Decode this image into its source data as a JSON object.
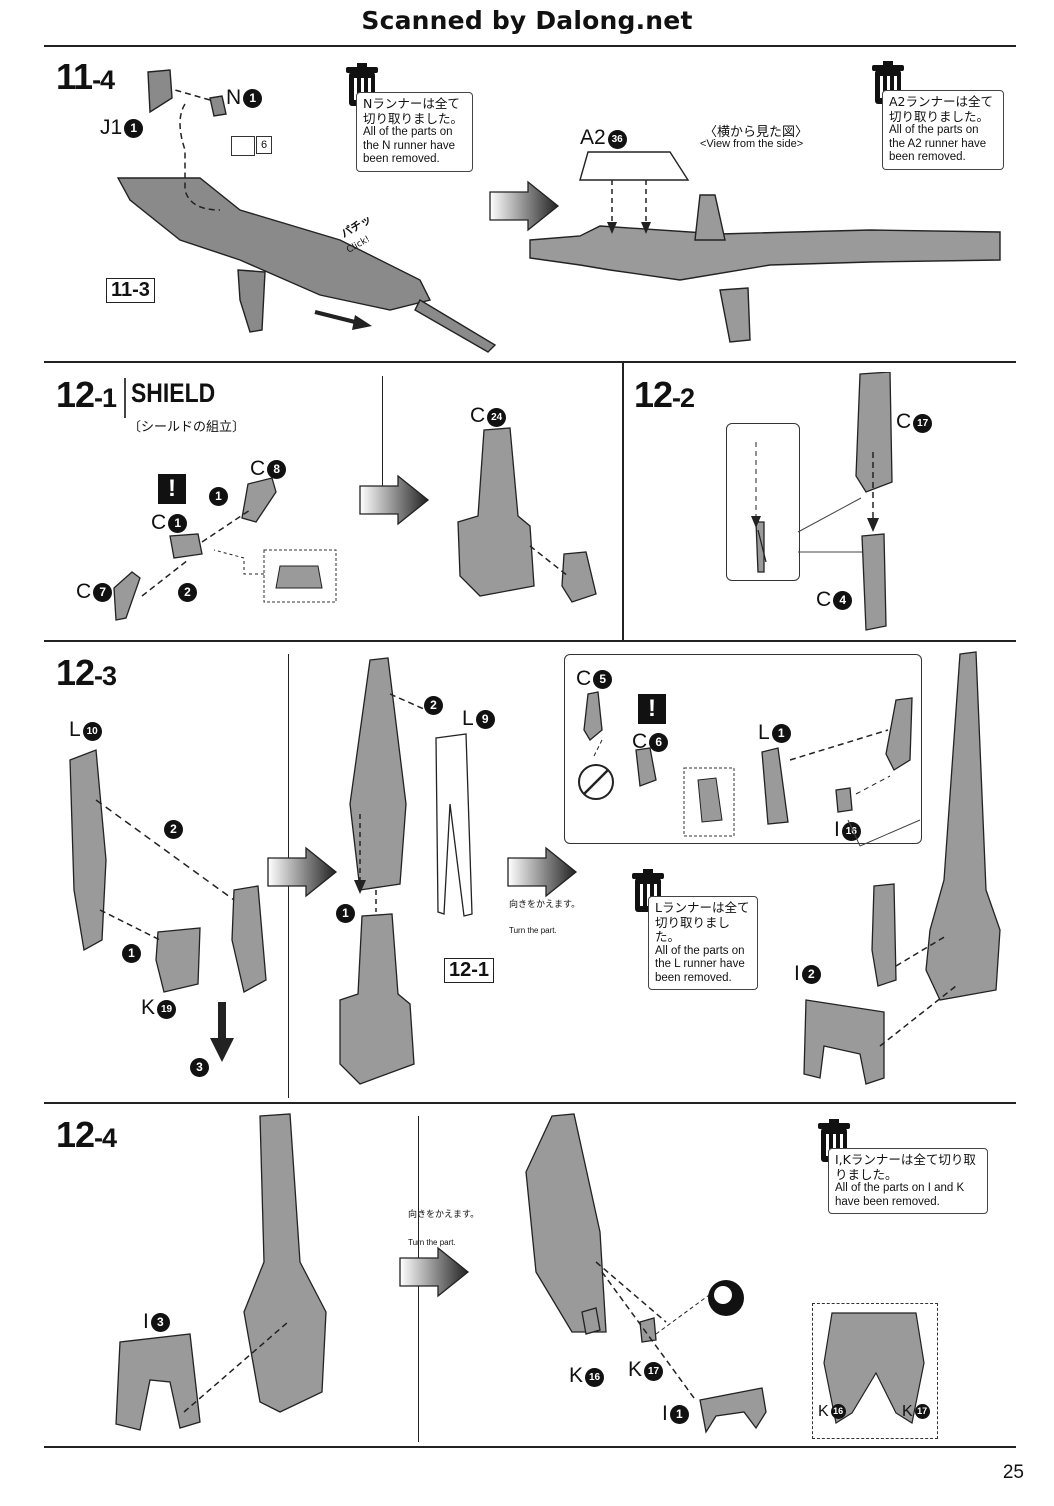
{
  "header": {
    "title": "Scanned by Dalong.net"
  },
  "page_number": "25",
  "steps": {
    "s11_4": {
      "main": "11",
      "sub": "-4"
    },
    "s12_1": {
      "main": "12",
      "sub": "-1",
      "title": "SHIELD",
      "subtitle": "〔シールドの組立〕"
    },
    "s12_2": {
      "main": "12",
      "sub": "-2"
    },
    "s12_3": {
      "main": "12",
      "sub": "-3"
    },
    "s12_4": {
      "main": "12",
      "sub": "-4"
    }
  },
  "labels_11_4": {
    "n1": "N",
    "n1_num": "1",
    "j1": "J1",
    "j1_num": "1",
    "six": "6",
    "ref": "11-3",
    "click_jp": "パチッ",
    "click_en": "Click!",
    "a2": "A2",
    "a2_num": "36",
    "view_jp": "〈横から見た図〉",
    "view_en": "<View from the side>"
  },
  "notes": {
    "n_runner": {
      "jp": "Nランナーは全て切り取りました。",
      "en": "All of the parts on the N runner have been removed."
    },
    "a2_runner": {
      "jp": "A2ランナーは全て切り取りました。",
      "en": "All of the parts on the A2 runner have been removed."
    },
    "l_runner": {
      "jp": "Lランナーは全て切り取りました。",
      "en": "All of the parts on the L runner have been removed."
    },
    "ik_runner": {
      "jp": "I,Kランナーは全て切り取りました。",
      "en": "All of the parts on I and K have been removed."
    }
  },
  "labels_12_1": {
    "c8": "C",
    "c8_num": "8",
    "c1": "C",
    "c1_num": "1",
    "c7": "C",
    "c7_num": "7",
    "c24": "C",
    "c24_num": "24",
    "step1": "1",
    "step2": "2"
  },
  "labels_12_2": {
    "c17": "C",
    "c17_num": "17",
    "c4": "C",
    "c4_num": "4"
  },
  "labels_12_3": {
    "l10": "L",
    "l10_num": "10",
    "k19": "K",
    "k19_num": "19",
    "l9": "L",
    "l9_num": "9",
    "ref": "12-1",
    "turn_jp": "向きをかえます。",
    "turn_en": "Turn the part.",
    "c5": "C",
    "c5_num": "5",
    "c6": "C",
    "c6_num": "6",
    "l1": "L",
    "l1_num": "1",
    "i16": "I",
    "i16_num": "16",
    "i2": "I",
    "i2_num": "2",
    "step1": "1",
    "step2": "2",
    "step3": "3"
  },
  "labels_12_4": {
    "i3": "I",
    "i3_num": "3",
    "turn_jp": "向きをかえます。",
    "turn_en": "Turn the part.",
    "k16": "K",
    "k16_num": "16",
    "k17": "K",
    "k17_num": "17",
    "i1": "I",
    "i1_num": "1",
    "dk16": "K",
    "dk16_num": "16",
    "dk17": "K",
    "dk17_num": "17"
  }
}
